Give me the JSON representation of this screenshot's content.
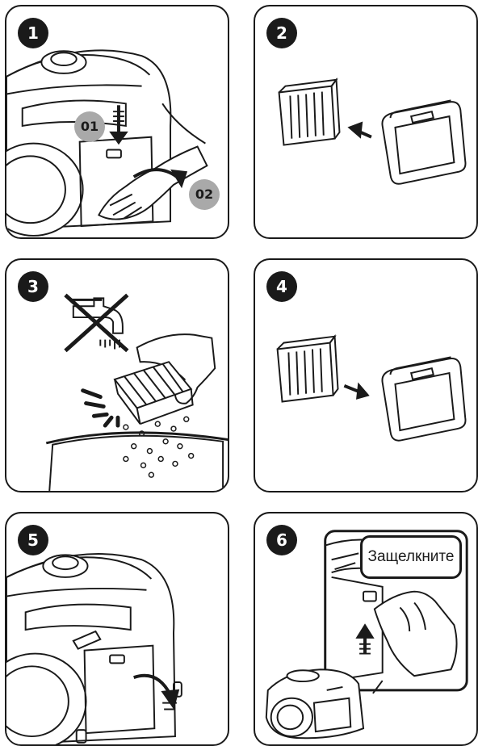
{
  "steps": [
    {
      "number": "1",
      "sub_labels": [
        "01",
        "02"
      ]
    },
    {
      "number": "2"
    },
    {
      "number": "3"
    },
    {
      "number": "4"
    },
    {
      "number": "5"
    },
    {
      "number": "6",
      "callout_text": "Защелкните"
    }
  ],
  "colors": {
    "line": "#1a1a1a",
    "sub_badge": "#a9a9a9",
    "background": "#ffffff"
  },
  "icons": [
    "water-tap-prohibited-icon",
    "arrow-icon",
    "hand-icon",
    "filter-icon",
    "vacuum-cleaner-icon"
  ]
}
